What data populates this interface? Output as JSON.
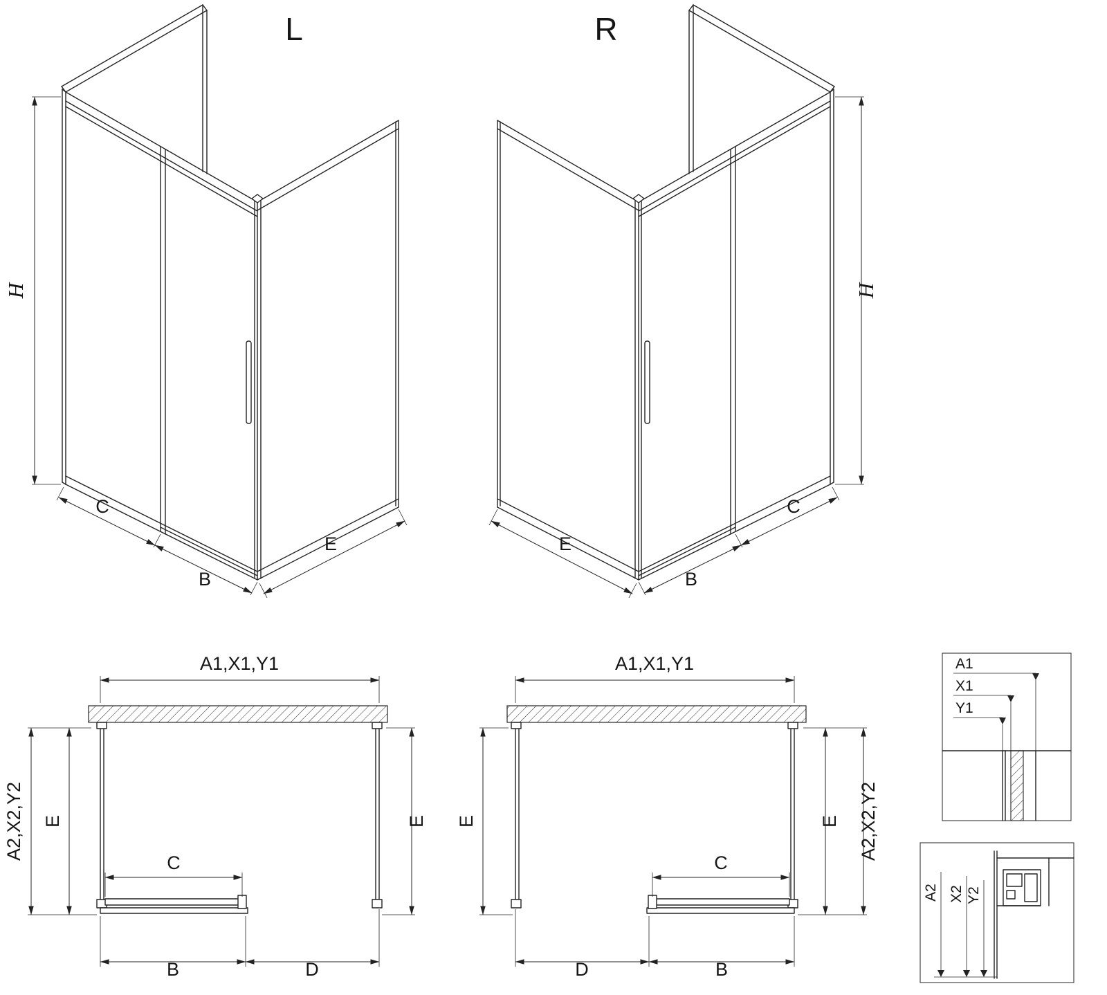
{
  "background": "#ffffff",
  "line_color": "#232323",
  "iso_left": {
    "label": "L",
    "h": "H",
    "c": "C",
    "b": "B",
    "e": "E"
  },
  "iso_right": {
    "label": "R",
    "h": "H",
    "c": "C",
    "b": "B",
    "e": "E"
  },
  "plan_left": {
    "a1": "A1,X1,Y1",
    "a2": "A2,X2,Y2",
    "e_left": "E",
    "e_right": "E",
    "c": "C",
    "b": "B",
    "d": "D"
  },
  "plan_right": {
    "a1": "A1,X1,Y1",
    "a2": "A2,X2,Y2",
    "e_left": "E",
    "e_right": "E",
    "c": "C",
    "b": "B",
    "d": "D"
  },
  "detail_top": {
    "a1": "A1",
    "x1": "X1",
    "y1": "Y1"
  },
  "detail_bottom": {
    "a2": "A2",
    "x2": "X2",
    "y2": "Y2"
  }
}
